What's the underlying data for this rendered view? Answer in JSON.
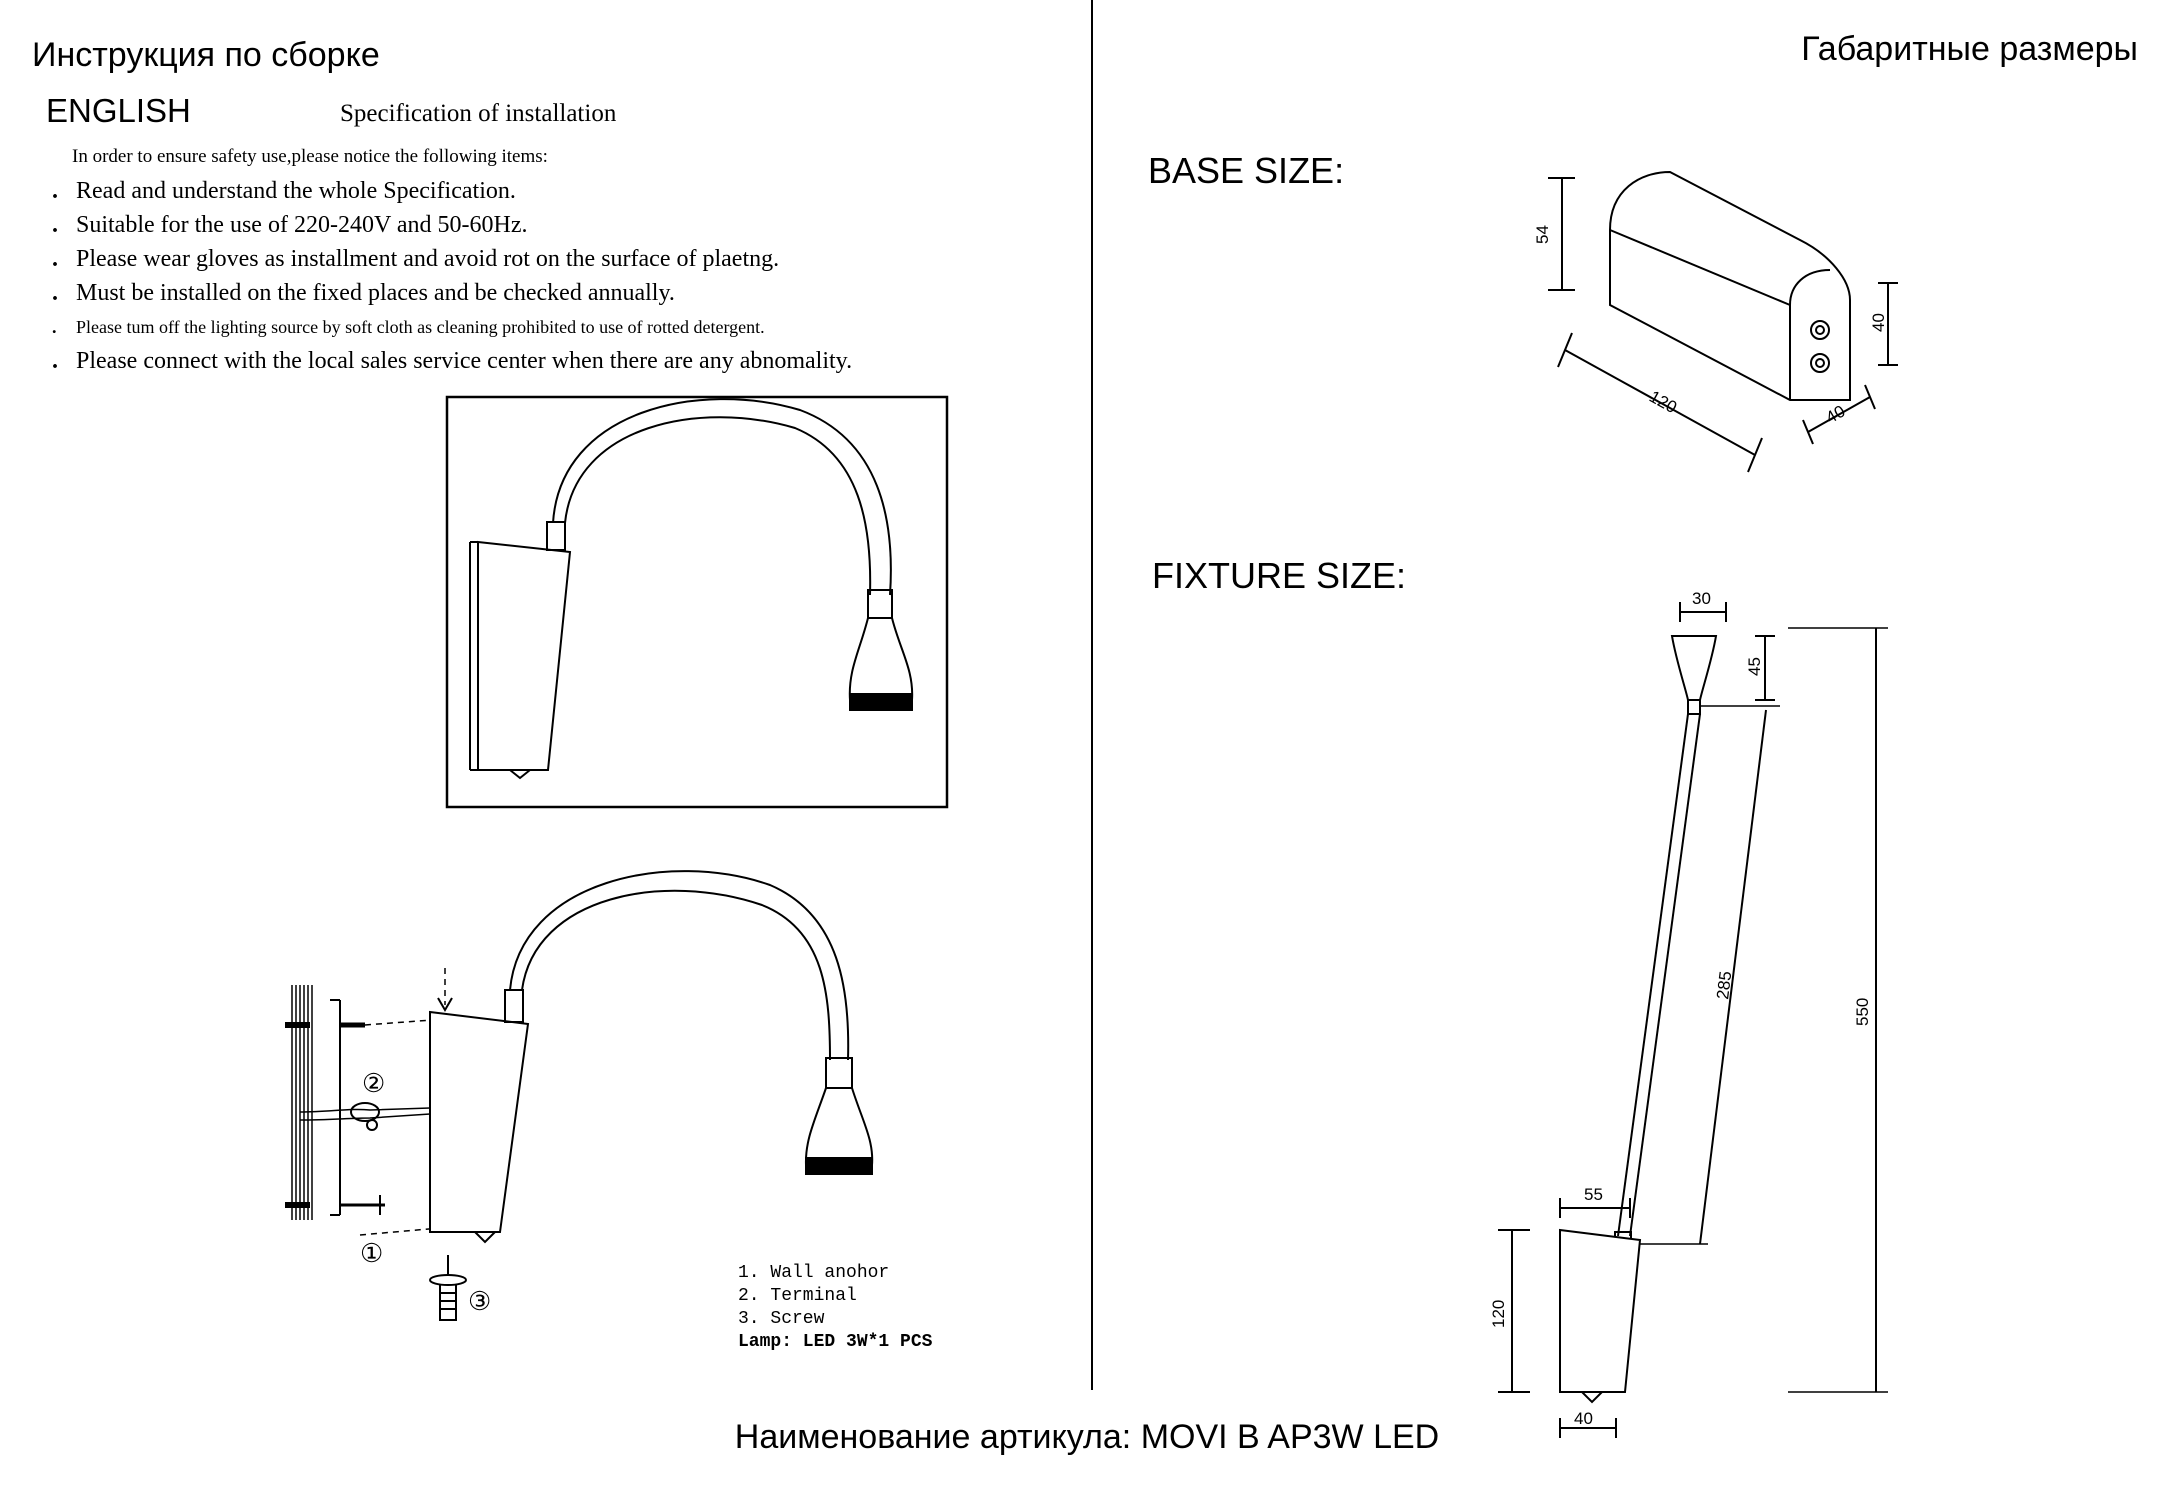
{
  "header": {
    "left_title": "Инструкция по сборке",
    "right_title": "Габаритные размеры"
  },
  "instructions": {
    "language": "ENGLISH",
    "title": "Specification of installation",
    "intro": "In order to ensure safety use,please notice the following items:",
    "items": [
      "Read and understand the whole Specification.",
      "Suitable for the use of 220-240V and 50-60Hz.",
      "Please wear gloves as installment and avoid rot on the surface of plaetng.",
      "Must be installed on the fixed places and be checked annually.",
      "Please tum off the lighting source by soft cloth as cleaning prohibited to use of rotted detergent.",
      "Please connect with the local sales service center when there are any abnomality."
    ]
  },
  "assembly": {
    "markers": [
      "①",
      "②",
      "③"
    ],
    "legend": [
      "1. Wall anohor",
      "2. Terminal",
      "3. Screw"
    ],
    "lamp": "Lamp: LED 3W*1 PCS"
  },
  "dimensions": {
    "base_label": "BASE SIZE:",
    "fixture_label": "FIXTURE SIZE:",
    "base": {
      "height": "54",
      "length": "120",
      "width": "40",
      "depth": "40"
    },
    "fixture": {
      "head_width": "30",
      "head_height": "45",
      "arm": "285",
      "total": "550",
      "offset": "55",
      "body_height": "120",
      "body_width": "40"
    }
  },
  "footer": {
    "article": "Наименование артикула: MOVI B AP3W LED"
  }
}
